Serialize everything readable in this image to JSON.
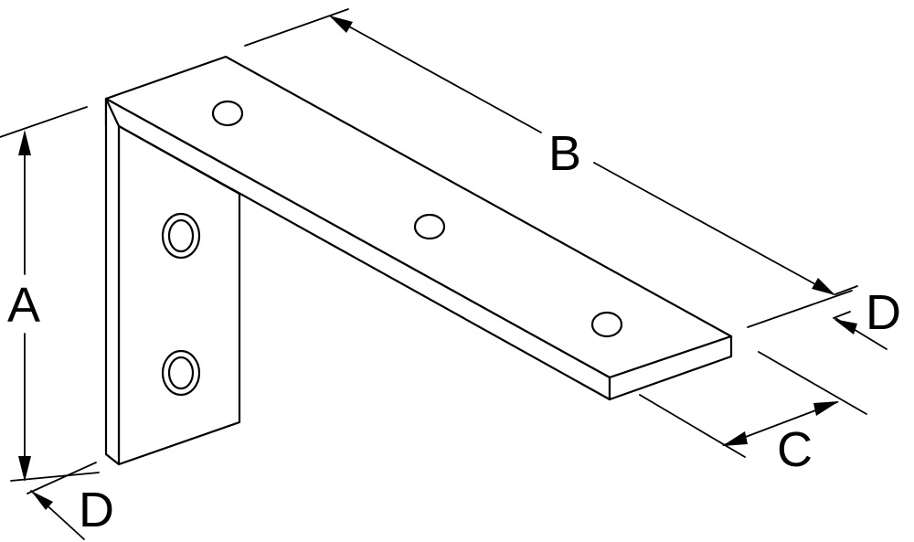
{
  "labels": {
    "a": "A",
    "b": "B",
    "c": "C",
    "d_right": "D",
    "d_bottom": "D"
  },
  "colors": {
    "line": "#000000",
    "background": "#ffffff"
  }
}
